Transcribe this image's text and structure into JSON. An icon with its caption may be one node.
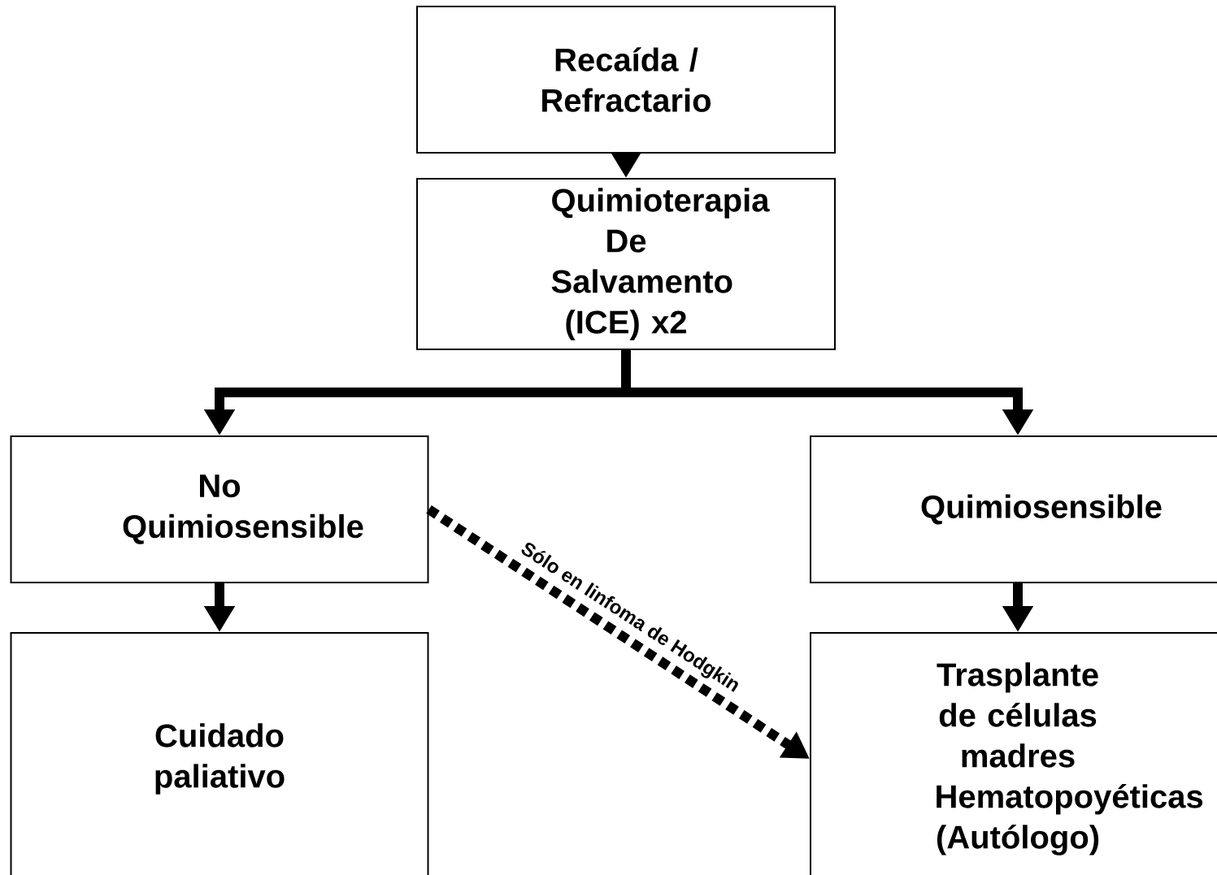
{
  "diagram": {
    "nodes": [
      {
        "text": [
          "Recaída / Refractario"
        ]
      },
      {
        "text": [
          "Quimioterapia De Salvamento (ICE) x2"
        ]
      },
      {
        "text": [
          "No Quimiosensible"
        ]
      },
      {
        "text": [
          "Quimiosensible"
        ]
      },
      {
        "text": [
          "Cuidado paliativo"
        ]
      },
      {
        "text": [
          "Trasplante de células madres Hematopoyéticas (Autólogo)"
        ]
      }
    ],
    "edges": [
      {
        "from": 0,
        "to": 1,
        "arrow": "to"
      },
      {
        "from": 1,
        "to": 2,
        "arrow": "to"
      },
      {
        "from": 1,
        "to": 3,
        "arrow": "to"
      },
      {
        "from": 2,
        "to": 4,
        "arrow": "to"
      },
      {
        "from": 3,
        "to": 5,
        "arrow": "to"
      },
      {
        "from": 2,
        "to": 5,
        "arrow": "to",
        "style": "dashed",
        "label": "Sólo en linfoma de Hodgkin"
      }
    ]
  }
}
